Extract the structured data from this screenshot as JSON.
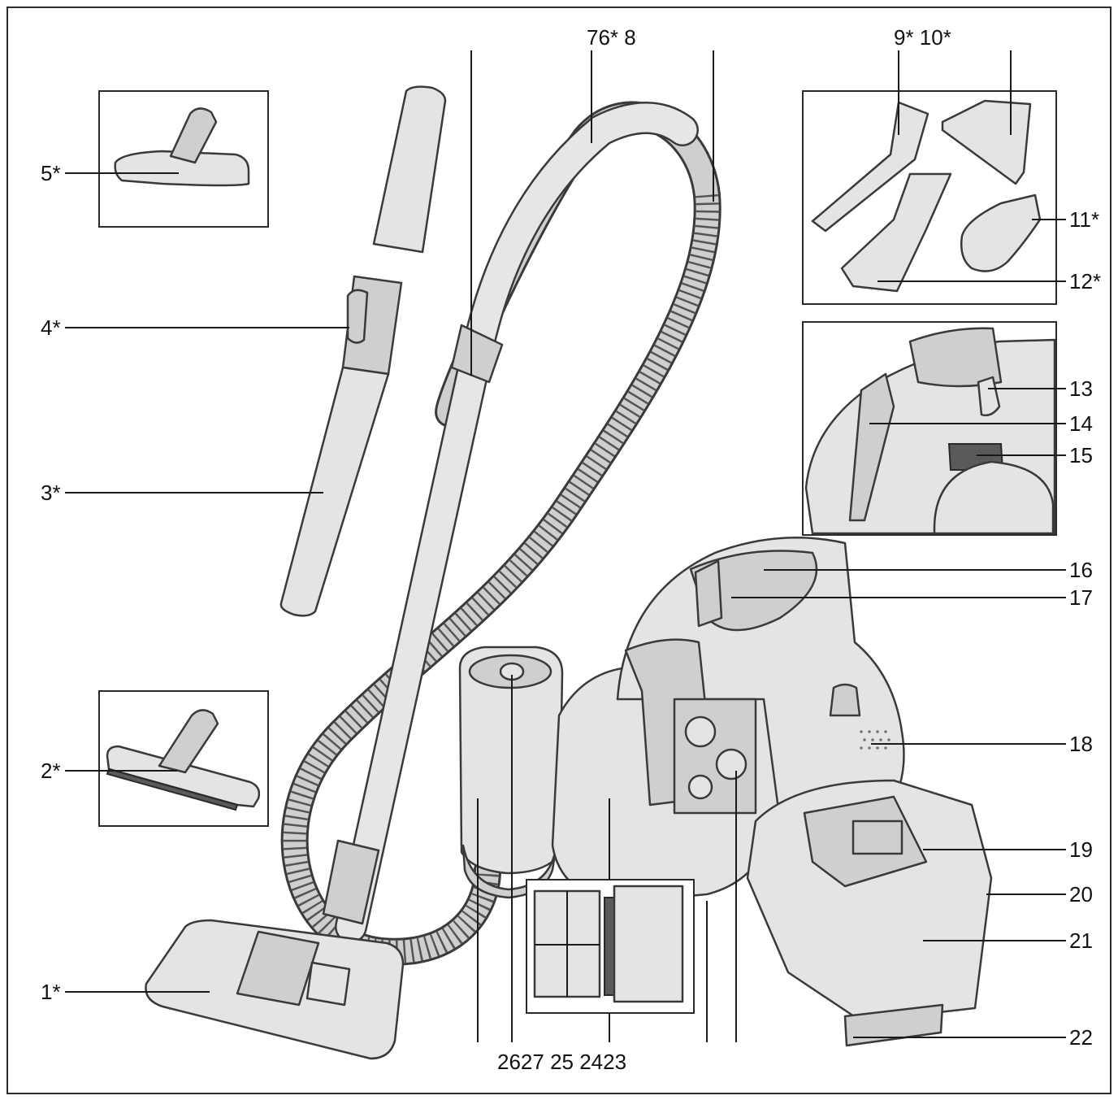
{
  "labels": {
    "l1": "1*",
    "l2": "2*",
    "l3": "3*",
    "l4": "4*",
    "l5": "5*",
    "l76_8": "76* 8",
    "l9_10": "9* 10*",
    "l11": "11*",
    "l12": "12*",
    "l13": "13",
    "l14": "14",
    "l15": "15",
    "l16": "16",
    "l17": "17",
    "l18": "18",
    "l19": "19",
    "l20": "20",
    "l21": "21",
    "l22": "22",
    "l_bottom": "2627 25 2423"
  },
  "colors": {
    "line": "#1a1a1a",
    "part_fill": "#e4e4e4",
    "part_shade": "#cfcfcf",
    "filter_dark": "#5a5a5a"
  }
}
